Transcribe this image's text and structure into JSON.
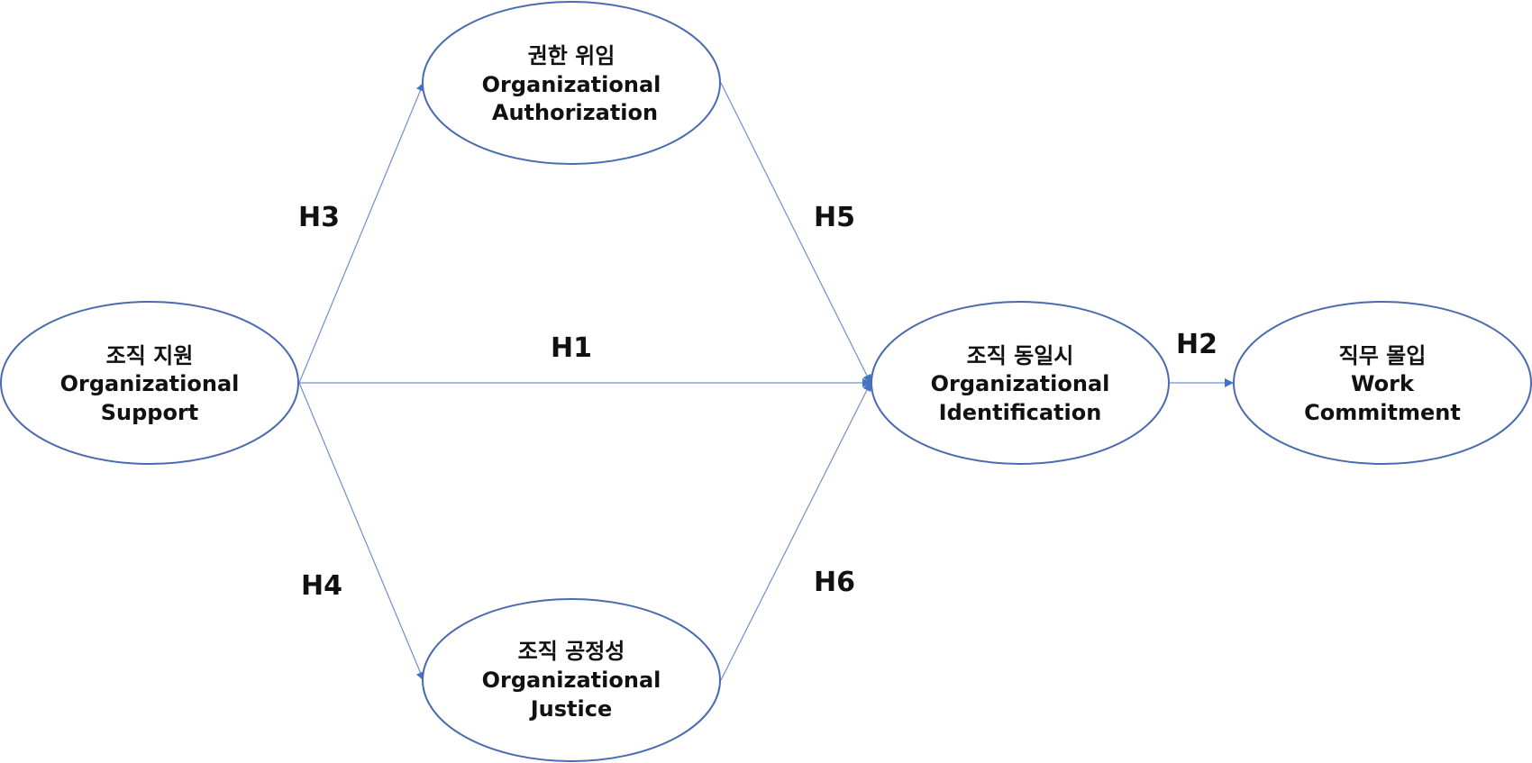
{
  "colors": {
    "node_stroke": "#4a6bb0",
    "edge": "#6f8fd0",
    "arrowhead": "#4472c4",
    "text": "#111111"
  },
  "nodes": {
    "support": {
      "korean": "조직 지원",
      "english_line1": "Organizational",
      "english_line2": "Support"
    },
    "authorization": {
      "korean": "권한 위임",
      "english_line1": "Organizational",
      "english_line2": "Authorization"
    },
    "justice": {
      "korean": "조직 공정성",
      "english_line1": "Organizational",
      "english_line2": "Justice"
    },
    "identification": {
      "korean": "조직 동일시",
      "english_line1": "Organizational",
      "english_line2": "Identification"
    },
    "commitment": {
      "korean": "직무 몰입",
      "english_line1": "Work",
      "english_line2": "Commitment"
    }
  },
  "edges": [
    {
      "from": "support",
      "to": "identification",
      "label": "H1"
    },
    {
      "from": "identification",
      "to": "commitment",
      "label": "H2"
    },
    {
      "from": "support",
      "to": "authorization",
      "label": "H3"
    },
    {
      "from": "support",
      "to": "justice",
      "label": "H4"
    },
    {
      "from": "authorization",
      "to": "identification",
      "label": "H5"
    },
    {
      "from": "justice",
      "to": "identification",
      "label": "H6"
    }
  ]
}
